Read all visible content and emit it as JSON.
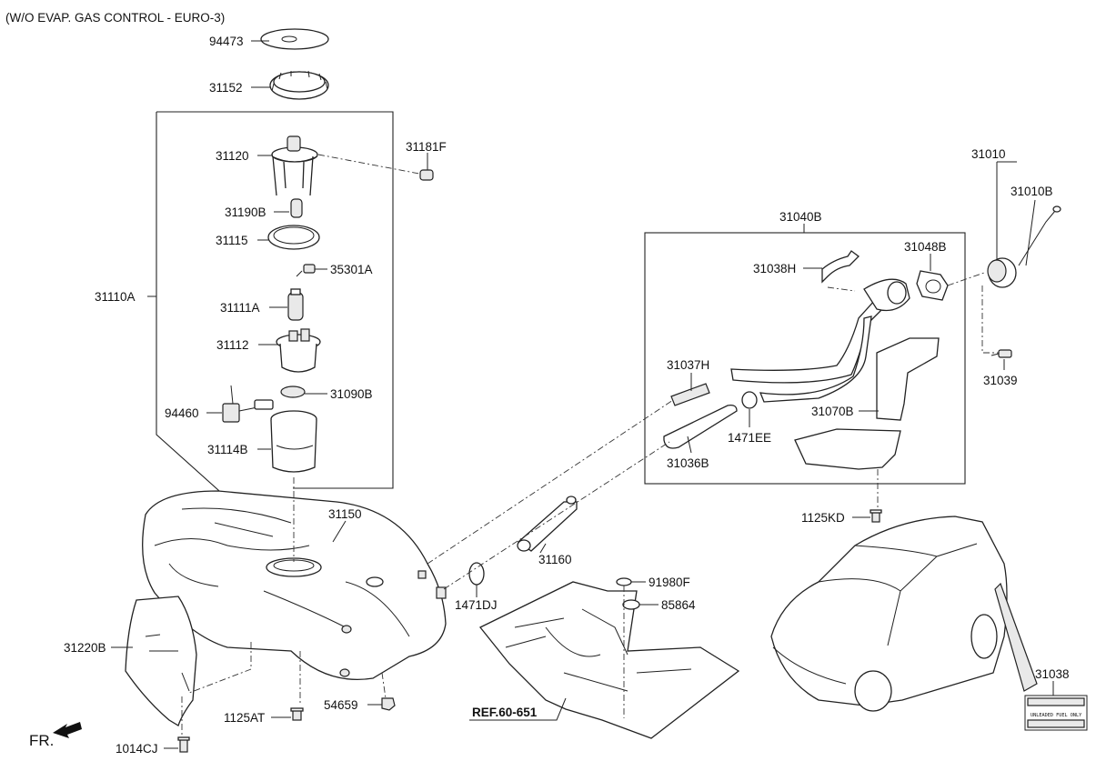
{
  "diagram": {
    "title": "(W/O EVAP. GAS CONTROL - EURO-3)",
    "front_marker": "FR.",
    "ref_label": "REF.60-651",
    "parts": [
      "94473",
      "31152",
      "31120",
      "31181F",
      "31190B",
      "31115",
      "35301A",
      "31110A",
      "31111A",
      "31112",
      "31090B",
      "94460",
      "31114B",
      "31150",
      "31160",
      "1471DJ",
      "91980F",
      "85864",
      "31220B",
      "1125AT",
      "54659",
      "1014CJ",
      "31040B",
      "31038H",
      "31048B",
      "31037H",
      "31070B",
      "1471EE",
      "31036B",
      "1125KD",
      "31010",
      "31010B",
      "31039",
      "31038"
    ],
    "fuel_label_text": [
      "UNLEADED FUEL ONLY"
    ]
  }
}
